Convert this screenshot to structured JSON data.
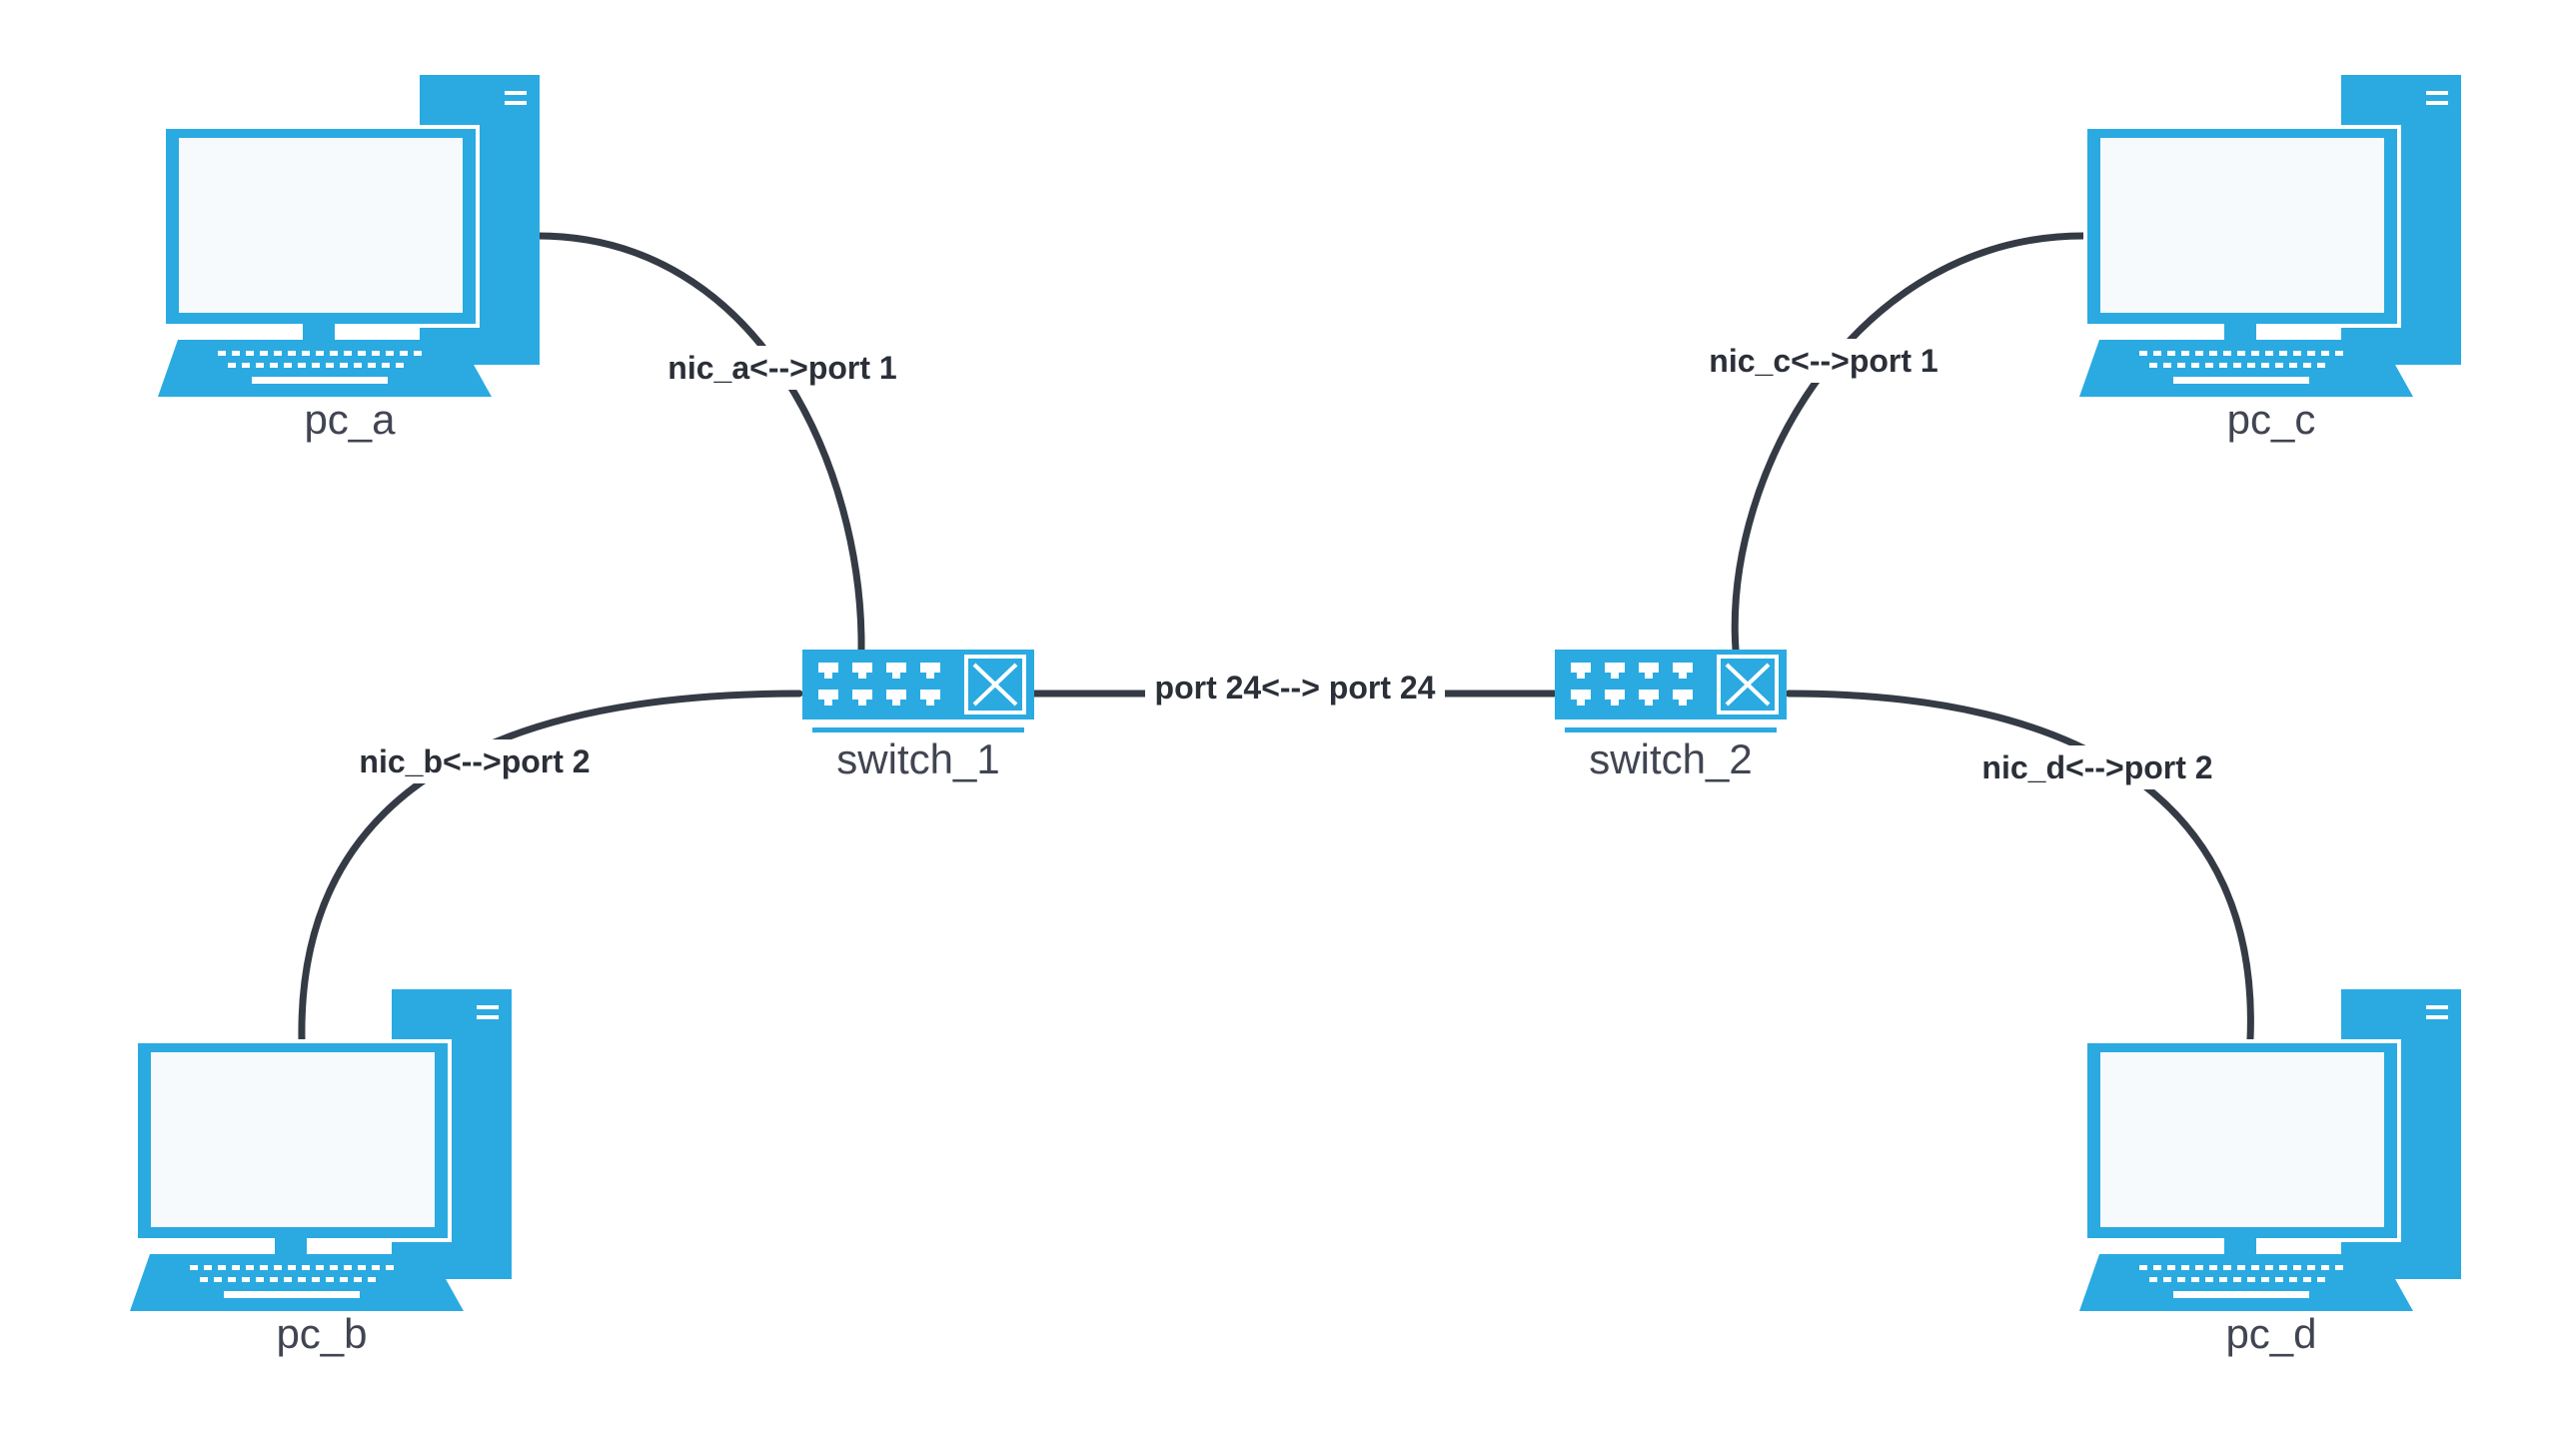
{
  "colors": {
    "device": "#2aaae1",
    "screen": "#f7fafc",
    "link": "#353b45",
    "label": "#414552",
    "link_label": "#2b2f38"
  },
  "nodes": {
    "pc_a": {
      "label": "pc_a",
      "icon": "desktop-computer-icon"
    },
    "pc_b": {
      "label": "pc_b",
      "icon": "desktop-computer-icon"
    },
    "pc_c": {
      "label": "pc_c",
      "icon": "desktop-computer-icon"
    },
    "pc_d": {
      "label": "pc_d",
      "icon": "desktop-computer-icon"
    },
    "switch_1": {
      "label": "switch_1",
      "icon": "network-switch-icon"
    },
    "switch_2": {
      "label": "switch_2",
      "icon": "network-switch-icon"
    }
  },
  "links": {
    "pc_a_switch_1": {
      "from": "pc_a",
      "to": "switch_1",
      "label": "nic_a<-->port 1"
    },
    "pc_b_switch_1": {
      "from": "pc_b",
      "to": "switch_1",
      "label": "nic_b<-->port 2"
    },
    "switch_1_switch_2": {
      "from": "switch_1",
      "to": "switch_2",
      "label": "port 24<--> port 24"
    },
    "pc_c_switch_2": {
      "from": "pc_c",
      "to": "switch_2",
      "label": "nic_c<-->port 1"
    },
    "pc_d_switch_2": {
      "from": "pc_d",
      "to": "switch_2",
      "label": "nic_d<-->port 2"
    }
  }
}
